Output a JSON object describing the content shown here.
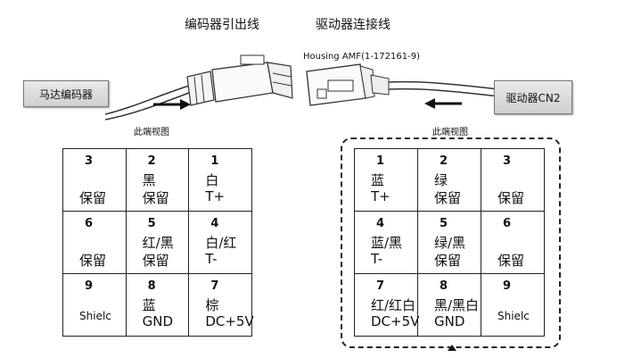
{
  "top": {
    "encoder_lead_title": "编码器引出线",
    "driver_cable_title": "驱动器连接线",
    "housing_label": "Housing  AMF(1-172161-9)"
  },
  "left_box": {
    "label": "马达编码器"
  },
  "right_box": {
    "label": "驱动器CN2"
  },
  "view_labels": {
    "left": "此端视图",
    "right": "此端视图"
  },
  "left_table": {
    "rows": [
      [
        {
          "num": "3",
          "line1": "",
          "line2": "保留"
        },
        {
          "num": "2",
          "line1": "黑",
          "line2": "保留"
        },
        {
          "num": "1",
          "line1": "白",
          "line2": "T+"
        }
      ],
      [
        {
          "num": "6",
          "line1": "",
          "line2": "保留"
        },
        {
          "num": "5",
          "line1": "红/黑",
          "line2": "保留"
        },
        {
          "num": "4",
          "line1": "白/红",
          "line2": "T-"
        }
      ],
      [
        {
          "num": "9",
          "line1": "",
          "line2": "Shielc"
        },
        {
          "num": "8",
          "line1": "蓝",
          "line2": "GND"
        },
        {
          "num": "7",
          "line1": "棕",
          "line2": "DC+5V"
        }
      ]
    ]
  },
  "right_table": {
    "rows": [
      [
        {
          "num": "1",
          "line1": "蓝",
          "line2": "T+"
        },
        {
          "num": "2",
          "line1": "绿",
          "line2": "保留"
        },
        {
          "num": "3",
          "line1": "",
          "line2": "保留"
        }
      ],
      [
        {
          "num": "4",
          "line1": "蓝/黑",
          "line2": "T-"
        },
        {
          "num": "5",
          "line1": "绿/黑",
          "line2": "保留"
        },
        {
          "num": "6",
          "line1": "",
          "line2": "保留"
        }
      ],
      [
        {
          "num": "7",
          "line1": "红/红白",
          "line2": "DC+5V"
        },
        {
          "num": "8",
          "line1": "黑/黑白",
          "line2": "GND"
        },
        {
          "num": "9",
          "line1": "",
          "line2": "Shielc"
        }
      ]
    ]
  }
}
